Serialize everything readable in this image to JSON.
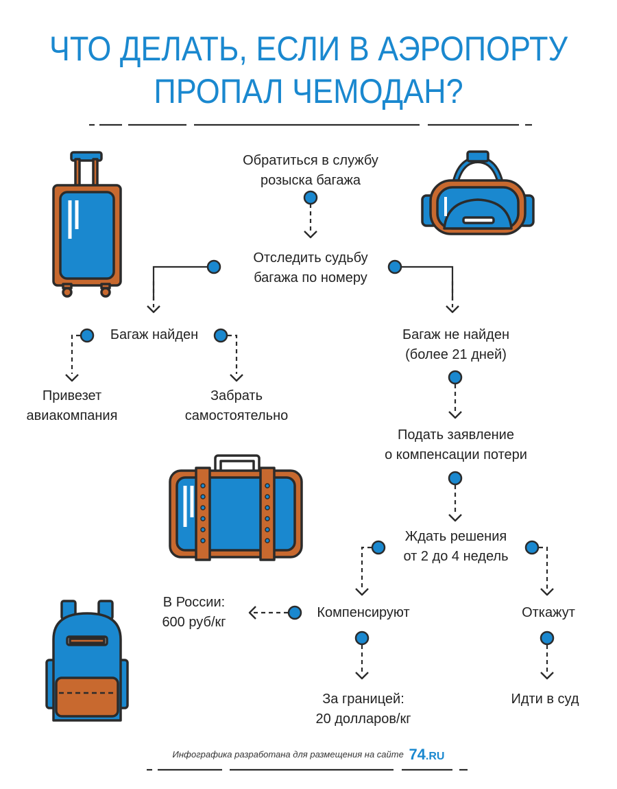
{
  "title": {
    "line1": "ЧТО ДЕЛАТЬ, ЕСЛИ В АЭРОПОРТУ",
    "line2": "ПРОПАЛ ЧЕМОДАН?"
  },
  "steps": {
    "contact": [
      "Обратиться в службу",
      "розыска багажа"
    ],
    "track": [
      "Отследить судьбу",
      "багажа по номеру"
    ],
    "found": [
      "Багаж найден"
    ],
    "airline_delivers": [
      "Привезет",
      "авиакомпания"
    ],
    "pickup": [
      "Забрать",
      "самостоятельно"
    ],
    "not_found": [
      "Багаж не найден",
      "(более 21 дней)"
    ],
    "claim": [
      "Подать заявление",
      "о компенсации потери"
    ],
    "wait": [
      "Ждать решения",
      "от 2 до 4 недель"
    ],
    "compensate": [
      "Компенсируют"
    ],
    "refuse": [
      "Откажут"
    ],
    "russia": [
      "В России:",
      "600 руб/кг"
    ],
    "abroad": [
      "За границей:",
      "20 долларов/кг"
    ],
    "court": [
      "Идти в суд"
    ]
  },
  "footer": {
    "text": "Инфографика разработана для размещения на сайте",
    "brand_num": "74",
    "brand_dot": ".RU"
  },
  "colors": {
    "accent": "#1a88cf",
    "dark": "#2b2b2b",
    "brown": "#c8692f"
  },
  "icons": [
    "suitcase-icon",
    "duffel-bag-icon",
    "briefcase-icon",
    "backpack-icon"
  ]
}
